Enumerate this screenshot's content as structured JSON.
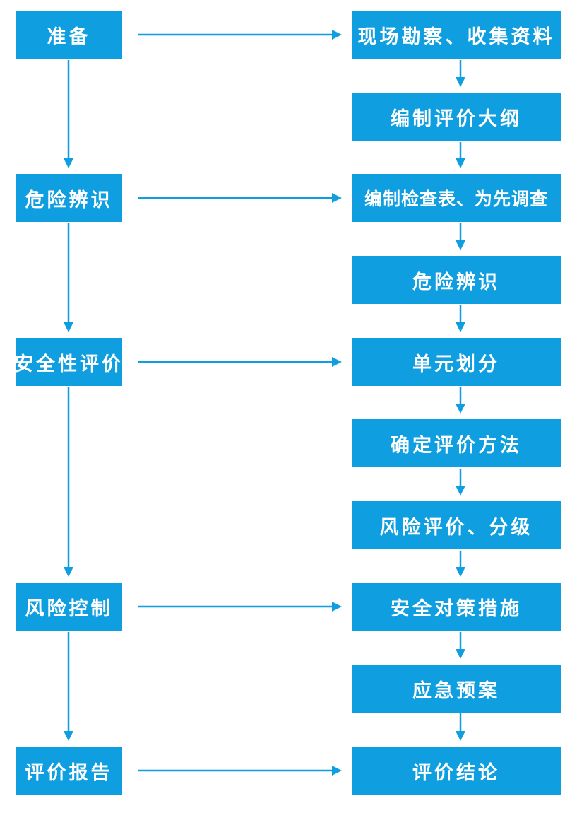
{
  "colors": {
    "accent": "#0f9ee0",
    "node_text": "#ffffff",
    "background": "#ffffff"
  },
  "left_column": [
    {
      "label": "准备"
    },
    {
      "label": "危险辨识"
    },
    {
      "label": "安全性评价"
    },
    {
      "label": "风险控制"
    },
    {
      "label": "评价报告"
    }
  ],
  "right_column": [
    {
      "label": "现场勘察、收集资料"
    },
    {
      "label": "编制评价大纲"
    },
    {
      "label": "编制检查表、为先调查"
    },
    {
      "label": "危险辨识"
    },
    {
      "label": "单元划分"
    },
    {
      "label": "确定评价方法"
    },
    {
      "label": "风险评价、分级"
    },
    {
      "label": "安全对策措施"
    },
    {
      "label": "应急预案"
    },
    {
      "label": "评价结论"
    }
  ],
  "edges": [
    {
      "from": "准备",
      "to": "现场勘察、收集资料",
      "type": "horizontal"
    },
    {
      "from": "现场勘察、收集资料",
      "to": "编制评价大纲",
      "type": "vertical"
    },
    {
      "from": "编制评价大纲",
      "to": "编制检查表、为先调查",
      "type": "vertical"
    },
    {
      "from": "准备",
      "to": "危险辨识",
      "type": "vertical"
    },
    {
      "from": "危险辨识",
      "to": "编制检查表、为先调查",
      "type": "horizontal"
    },
    {
      "from": "编制检查表、为先调查",
      "to": "危险辨识(右列)",
      "type": "vertical"
    },
    {
      "from": "危险辨识(右列)",
      "to": "单元划分",
      "type": "vertical"
    },
    {
      "from": "危险辨识",
      "to": "安全性评价",
      "type": "vertical"
    },
    {
      "from": "安全性评价",
      "to": "单元划分",
      "type": "horizontal"
    },
    {
      "from": "单元划分",
      "to": "确定评价方法",
      "type": "vertical"
    },
    {
      "from": "确定评价方法",
      "to": "风险评价、分级",
      "type": "vertical"
    },
    {
      "from": "安全性评价",
      "to": "风险控制",
      "type": "vertical"
    },
    {
      "from": "风险控制",
      "to": "安全对策措施",
      "type": "horizontal"
    },
    {
      "from": "风险评价、分级",
      "to": "安全对策措施",
      "type": "vertical"
    },
    {
      "from": "安全对策措施",
      "to": "应急预案",
      "type": "vertical"
    },
    {
      "from": "风险控制",
      "to": "评价报告",
      "type": "vertical"
    },
    {
      "from": "评价报告",
      "to": "评价结论",
      "type": "horizontal"
    },
    {
      "from": "应急预案",
      "to": "评价结论",
      "type": "vertical"
    }
  ]
}
